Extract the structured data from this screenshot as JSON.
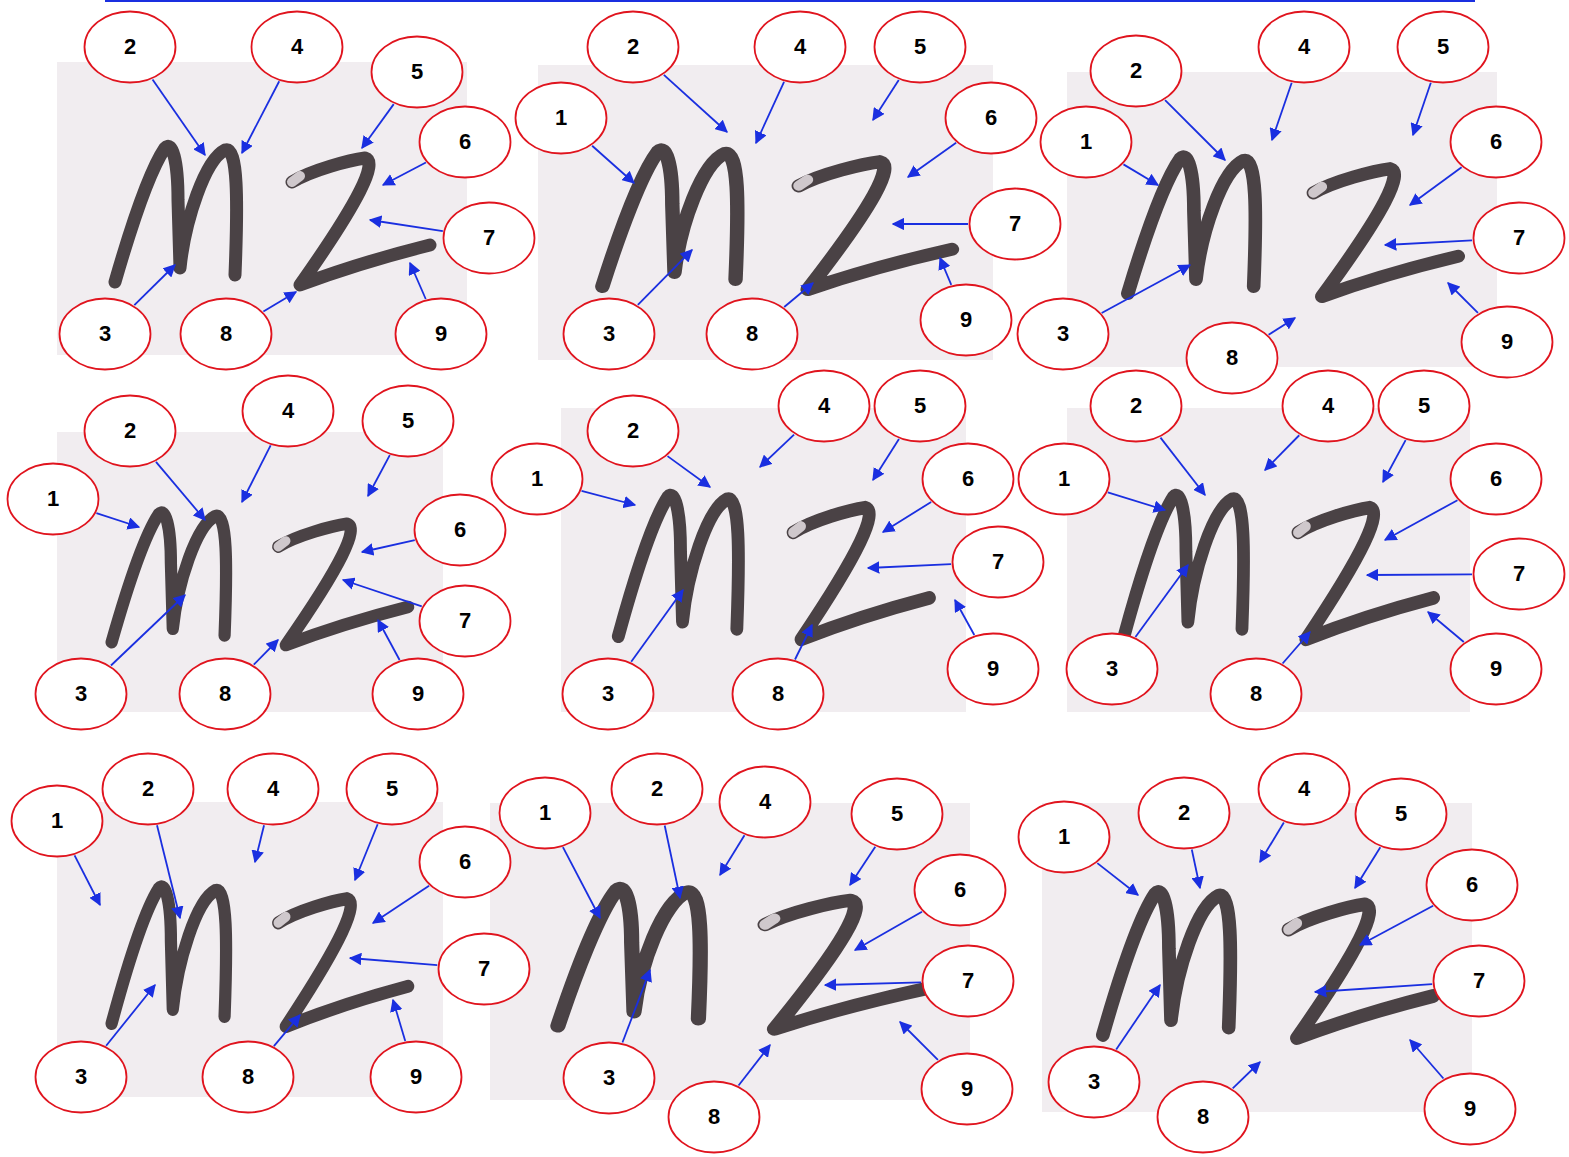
{
  "diagram": {
    "nodes": [
      {
        "text": [
          "2"
        ]
      },
      {
        "text": [
          "3"
        ]
      },
      {
        "text": [
          "4"
        ]
      },
      {
        "text": [
          "5"
        ]
      },
      {
        "text": [
          "6"
        ]
      },
      {
        "text": [
          "7"
        ]
      },
      {
        "text": [
          "8"
        ]
      },
      {
        "text": [
          "9"
        ]
      },
      {
        "text": [
          "1"
        ]
      },
      {
        "text": [
          "2"
        ]
      },
      {
        "text": [
          "3"
        ]
      },
      {
        "text": [
          "4"
        ]
      },
      {
        "text": [
          "5"
        ]
      },
      {
        "text": [
          "6"
        ]
      },
      {
        "text": [
          "7"
        ]
      },
      {
        "text": [
          "8"
        ]
      },
      {
        "text": [
          "9"
        ]
      },
      {
        "text": [
          "1"
        ]
      },
      {
        "text": [
          "2"
        ]
      },
      {
        "text": [
          "3"
        ]
      },
      {
        "text": [
          "4"
        ]
      },
      {
        "text": [
          "5"
        ]
      },
      {
        "text": [
          "6"
        ]
      },
      {
        "text": [
          "7"
        ]
      },
      {
        "text": [
          "8"
        ]
      },
      {
        "text": [
          "9"
        ]
      },
      {
        "text": [
          "1"
        ]
      },
      {
        "text": [
          "2"
        ]
      },
      {
        "text": [
          "3"
        ]
      },
      {
        "text": [
          "4"
        ]
      },
      {
        "text": [
          "5"
        ]
      },
      {
        "text": [
          "6"
        ]
      },
      {
        "text": [
          "7"
        ]
      },
      {
        "text": [
          "8"
        ]
      },
      {
        "text": [
          "9"
        ]
      },
      {
        "text": [
          "1"
        ]
      },
      {
        "text": [
          "2"
        ]
      },
      {
        "text": [
          "3"
        ]
      },
      {
        "text": [
          "4"
        ]
      },
      {
        "text": [
          "5"
        ]
      },
      {
        "text": [
          "6"
        ]
      },
      {
        "text": [
          "7"
        ]
      },
      {
        "text": [
          "8"
        ]
      },
      {
        "text": [
          "9"
        ]
      },
      {
        "text": [
          "1"
        ]
      },
      {
        "text": [
          "2"
        ]
      },
      {
        "text": [
          "3"
        ]
      },
      {
        "text": [
          "4"
        ]
      },
      {
        "text": [
          "5"
        ]
      },
      {
        "text": [
          "6"
        ]
      },
      {
        "text": [
          "7"
        ]
      },
      {
        "text": [
          "8"
        ]
      },
      {
        "text": [
          "9"
        ]
      },
      {
        "text": [
          "1"
        ]
      },
      {
        "text": [
          "2"
        ]
      },
      {
        "text": [
          "3"
        ]
      },
      {
        "text": [
          "4"
        ]
      },
      {
        "text": [
          "5"
        ]
      },
      {
        "text": [
          "6"
        ]
      },
      {
        "text": [
          "7"
        ]
      },
      {
        "text": [
          "8"
        ]
      },
      {
        "text": [
          "9"
        ]
      },
      {
        "text": [
          "1"
        ]
      },
      {
        "text": [
          "2"
        ]
      },
      {
        "text": [
          "3"
        ]
      },
      {
        "text": [
          "4"
        ]
      },
      {
        "text": [
          "5"
        ]
      },
      {
        "text": [
          "6"
        ]
      },
      {
        "text": [
          "7"
        ]
      },
      {
        "text": [
          "8"
        ]
      },
      {
        "text": [
          "9"
        ]
      },
      {
        "text": [
          "1"
        ]
      },
      {
        "text": [
          "2"
        ]
      },
      {
        "text": [
          "3"
        ]
      },
      {
        "text": [
          "4"
        ]
      },
      {
        "text": [
          "5"
        ]
      },
      {
        "text": [
          "6"
        ]
      },
      {
        "text": [
          "7"
        ]
      },
      {
        "text": [
          "8"
        ]
      },
      {
        "text": [
          "9"
        ]
      }
    ]
  }
}
